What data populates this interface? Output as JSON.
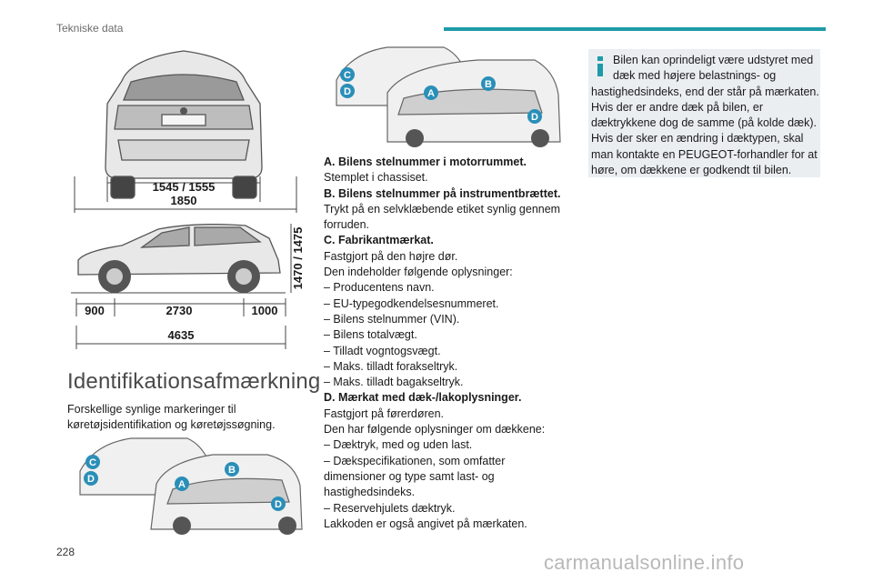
{
  "header": {
    "section_title": "Tekniske data"
  },
  "figure_rear": {
    "width_label": "1545 / 1555",
    "total_width_label": "1850"
  },
  "figure_side": {
    "height_label": "1470 / 1475",
    "front_overhang": "900",
    "wheelbase": "2730",
    "rear_overhang": "1000",
    "length": "4635"
  },
  "section": {
    "heading": "Identifikationsafmærkning",
    "intro_lines": [
      "Forskellige synlige markeringer til",
      "køretøjsidentifikation og køretøjssøgning."
    ]
  },
  "markers": {
    "a": "A",
    "b": "B",
    "c": "C",
    "d": "D"
  },
  "content_lines": [
    "A. Bilens stelnummer i motorrummet.",
    "Stemplet i chassiset.",
    "B. Bilens stelnummer på instrumentbrættet.",
    "Trykt på en selvklæbende etiket synlig gennem",
    "forruden.",
    "C. Fabrikantmærkat.",
    "Fastgjort på den højre dør.",
    "Den indeholder følgende oplysninger:",
    "– Producentens navn.",
    "– EU-typegodkendelsesnummeret.",
    "– Bilens stelnummer (VIN).",
    "– Bilens totalvægt.",
    "– Tilladt vogntogsvægt.",
    "– Maks. tilladt forakseltryk.",
    "– Maks. tilladt bagakseltryk.",
    "D. Mærkat med dæk-/lakoplysninger.",
    "Fastgjort på førerdøren.",
    "Den har følgende oplysninger om dækkene:",
    "– Dæktryk, med og uden last.",
    "– Dækspecifikationen, som omfatter",
    "dimensioner og type samt last- og",
    "hastighedsindeks.",
    "– Reservehjulets dæktryk.",
    "Lakkoden er også angivet på mærkaten."
  ],
  "info_box": {
    "lines": [
      "Bilen kan oprindeligt være udstyret med",
      "dæk med højere belastnings- og",
      "hastighedsindeks, end der står på mærkaten.",
      "Hvis der er andre dæk på bilen, er",
      "dæktrykkene dog de samme (på kolde dæk).",
      "Hvis der sker en ændring i dæktypen, skal",
      "man kontakte en PEUGEOT-forhandler for at",
      "høre, om dækkene er godkendt til bilen."
    ]
  },
  "footer": {
    "page_number": "228",
    "watermark": "carmanualsonline.info"
  },
  "colors": {
    "accent": "#1f9aa8",
    "badge": "#2a8fb8",
    "info_bg": "#eaeef1"
  }
}
